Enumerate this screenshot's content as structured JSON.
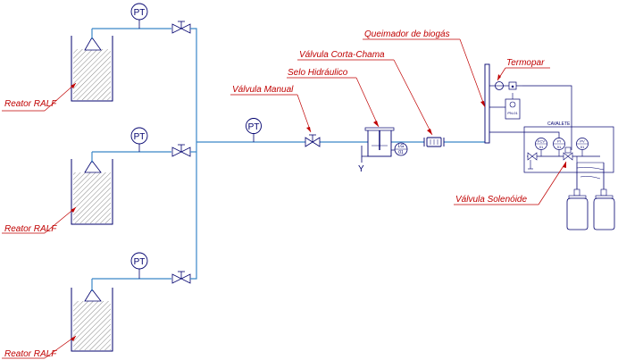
{
  "labels": {
    "reactor_1": "Reator RALF",
    "reactor_2": "Reator RALF",
    "reactor_3": "Reator RALF",
    "pt_1": "PT",
    "pt_2": "PT",
    "pt_3": "PT",
    "pt_main": "PT",
    "manual_valve": "Válvula Manual",
    "hydraulic_seal": "Selo Hidráulico",
    "flame_arrester": "Válvula Corta-Chama",
    "biogas_burner": "Queimador de biogás",
    "thermocouple": "Termopar",
    "solenoid_valve": "Válvula Solenóide",
    "cavalete": "CAVALETE",
    "lg": "LG",
    "lg_num": "01",
    "pn": "PN-01",
    "fcv": "FCV",
    "pi": "PI",
    "pv": "PV",
    "tag_num": "01",
    "drain": "Y"
  },
  "colors": {
    "pipe": "#3a87c8",
    "outline": "#00006e",
    "label": "#c00000",
    "hatch": "#555555"
  }
}
